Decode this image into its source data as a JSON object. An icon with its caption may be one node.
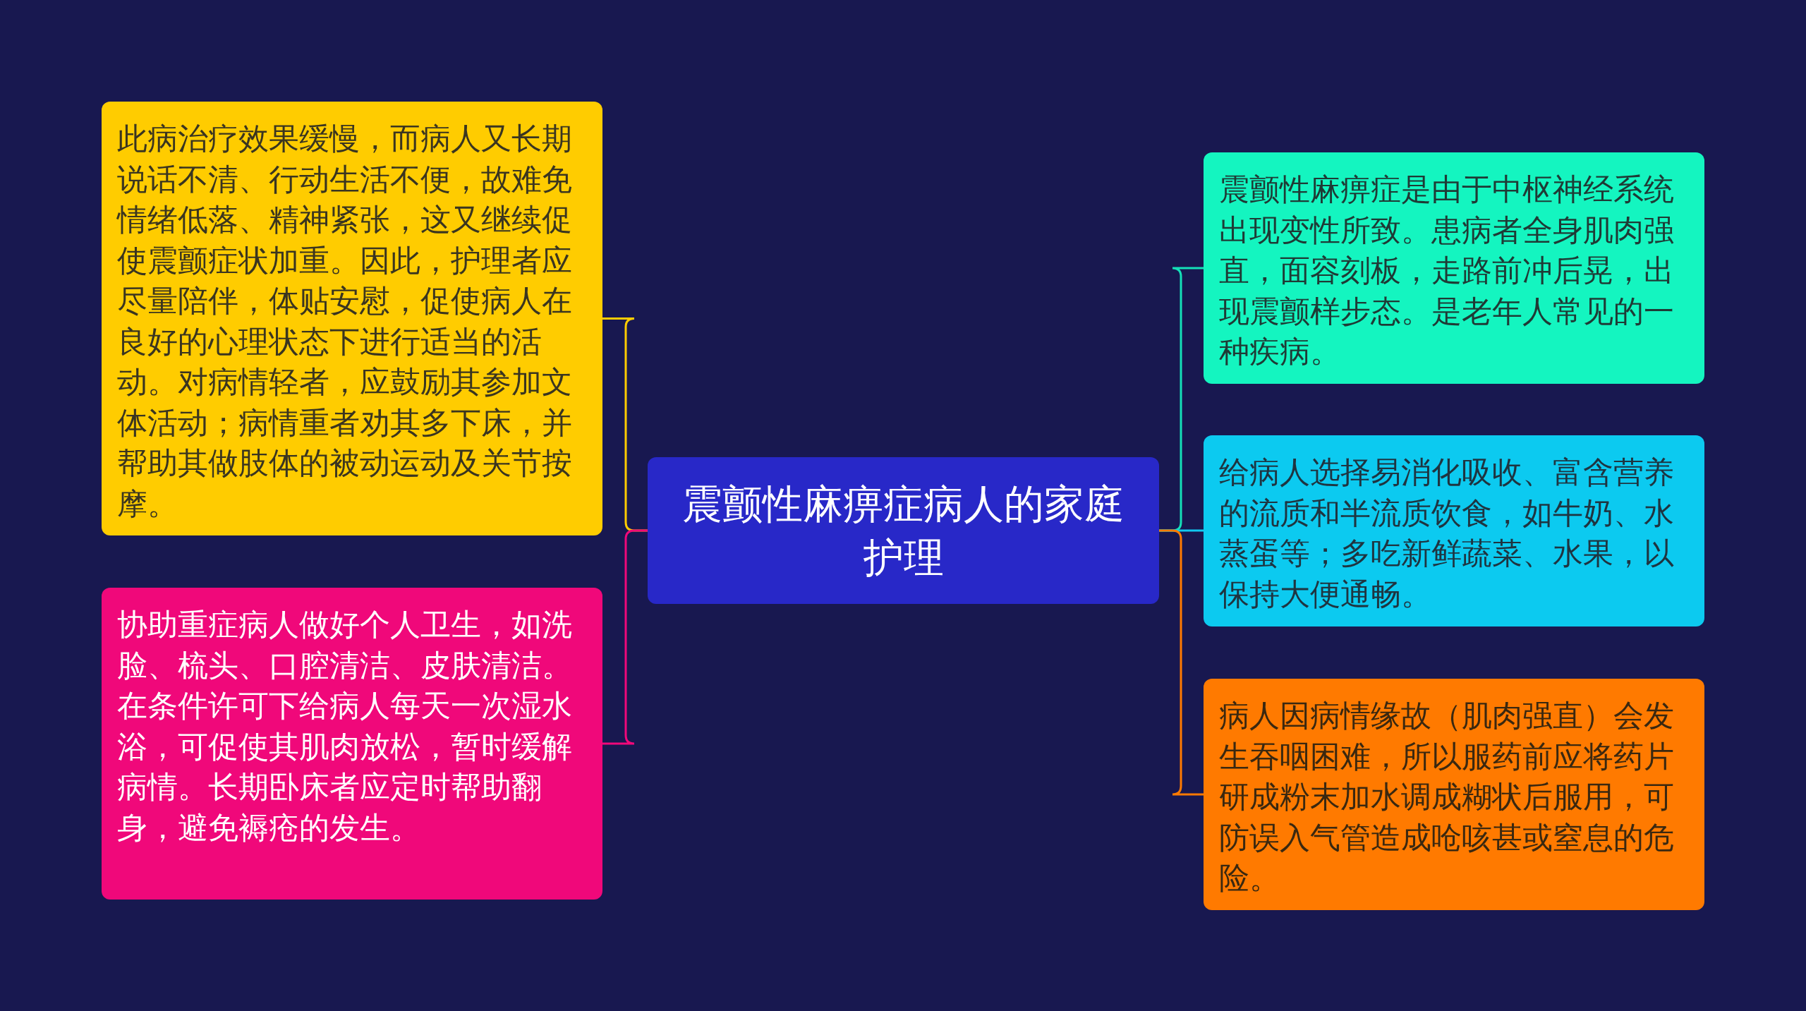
{
  "diagram": {
    "nodes": [
      {
        "text": [
          "震颤性麻痹症病人的家庭护理"
        ]
      },
      {
        "text": [
          "此病治疗效果缓慢，而病人又长期说话不清、行动生活不便，故难免情绪低落、精神紧张，这又继续促使震颤症状加重。因此，护理者应尽量陪伴，体贴安慰，促使病人在良好的心理状态下进行适当的活动。对病情轻者，应鼓励其参加文体活动；病情重者劝其多下床，并帮助其做肢体的被动运动及关节按摩。"
        ]
      },
      {
        "text": [
          "协助重症病人做好个人卫生，如洗脸、梳头、口腔清洁、皮肤清洁。在条件许可下给病人每天一次湿水浴，可促使其肌肉放松，暂时缓解病情。长期卧床者应定时帮助翻身，避免褥疮的发生。"
        ]
      },
      {
        "text": [
          "震颤性麻痹症是由于中枢神经系统出现变性所致。患病者全身肌肉强直，面容刻板，走路前冲后晃，出现震颤样步态。是老年人常见的一种疾病。"
        ]
      },
      {
        "text": [
          "给病人选择易消化吸收、富含营养的流质和半流质饮食，如牛奶、水蒸蛋等；多吃新鲜蔬菜、水果，以保持大便通畅。"
        ]
      },
      {
        "text": [
          "病人因病情缘故（肌肉强直）会发生吞咽困难，所以服药前应将药片研成粉末加水调成糊状后服用，可防误入气管造成呛咳甚或窒息的危险。"
        ]
      }
    ],
    "edges": [
      {
        "from": 0,
        "to": 1,
        "arrow": "none",
        "color": "#ffcc00"
      },
      {
        "from": 0,
        "to": 2,
        "arrow": "none",
        "color": "#f0087a"
      },
      {
        "from": 0,
        "to": 3,
        "arrow": "none",
        "color": "#14e0b8"
      },
      {
        "from": 0,
        "to": 4,
        "arrow": "none",
        "color": "#10c8f0"
      },
      {
        "from": 0,
        "to": 5,
        "arrow": "none",
        "color": "#ff7a00"
      }
    ]
  }
}
